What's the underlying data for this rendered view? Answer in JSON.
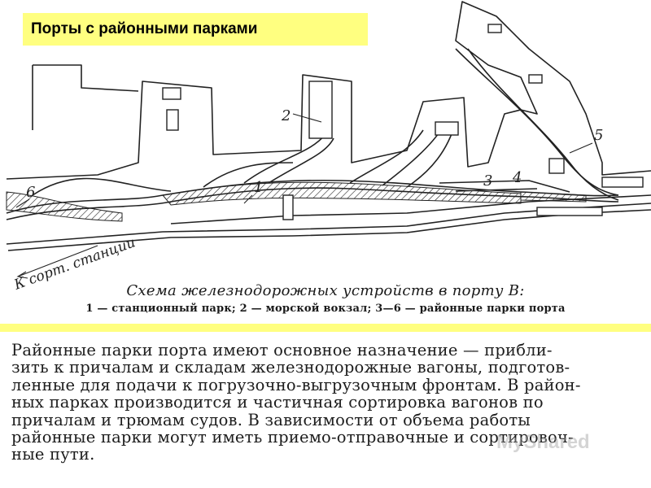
{
  "title": "Порты с районными парками",
  "scheme": {
    "labels": [
      {
        "text": "1"
      },
      {
        "text": "2"
      },
      {
        "text": "3"
      },
      {
        "text": "4"
      },
      {
        "text": "5"
      },
      {
        "text": "6"
      }
    ],
    "direction_label": "К сорт. станции"
  },
  "caption": {
    "title": "Схема железнодорожных устройств в порту В:",
    "legend": "1 — станционный парк; 2 — морской вокзал; 3—6 — районные парки порта"
  },
  "body_lines": [
    "Районные парки порта имеют основное назначение — прибли-",
    "зить к причалам и складам железнодорожные вагоны, подготов-",
    "ленные для подачи к погрузочно-выгрузочным фронтам. В район-",
    "ных парках производится и частичная сортировка вагонов по",
    "причалам и трюмам судов. В зависимости от объема работы",
    "районные парки могут иметь приемо-отправочные и сортировоч-",
    "ные пути."
  ],
  "watermark": "MyShared",
  "colors": {
    "highlight": "#ffff80",
    "ink": "#1a1a1a"
  }
}
